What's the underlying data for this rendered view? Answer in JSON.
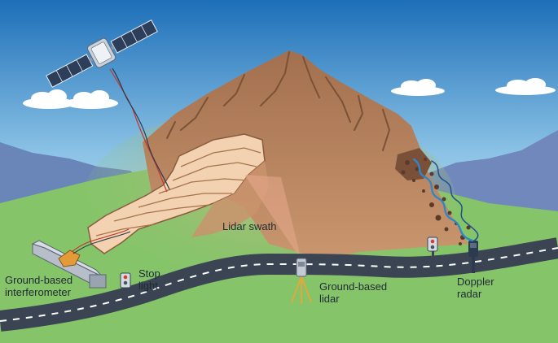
{
  "labels": {
    "lidar_swath": "Lidar swath",
    "ground_interferometer": [
      "Ground-based",
      "interferometer"
    ],
    "stop_light": [
      "Stop",
      "light"
    ],
    "ground_lidar": [
      "Ground-based",
      "lidar"
    ],
    "doppler_radar": [
      "Doppler",
      "radar"
    ]
  },
  "icons": [
    "satellite-icon",
    "moon-icon",
    "cloud-icon",
    "stop-light-icon",
    "lidar-tripod-icon",
    "interferometer-icon",
    "doppler-radar-icon"
  ],
  "colors": {
    "sky_top": "#1d6fb8",
    "sky_bottom": "#e9f4fb",
    "hill_green": "#86c46a",
    "mountain_brown": "#b27e5d",
    "road": "#3a4452",
    "signal_red": "#c0392b",
    "radar_wave": "#2e87c8"
  }
}
